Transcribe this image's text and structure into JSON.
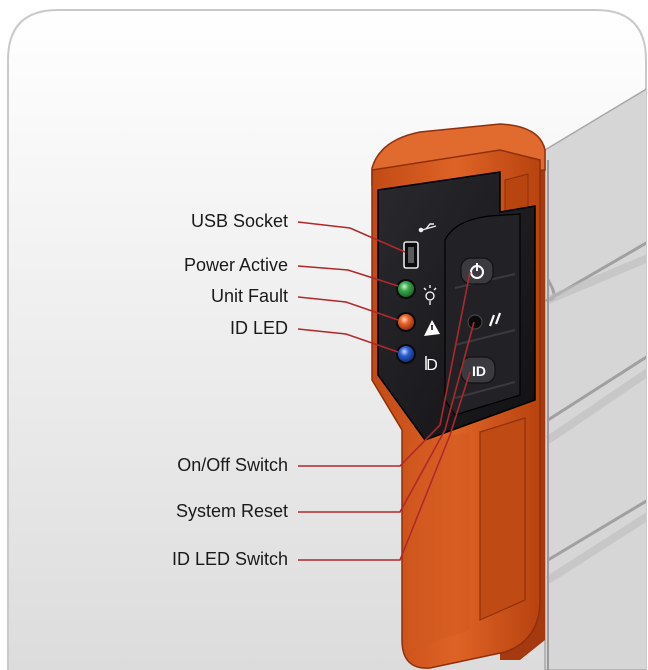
{
  "colors": {
    "housing": "#d4541b",
    "housing_dark": "#9c3510",
    "housing_light": "#e6733a",
    "panel": "#1b1b1e",
    "leader": "#b0282c",
    "led_power": "#37a84a",
    "led_fault": "#e8622a",
    "led_id": "#2a5fd6",
    "chassis": "#d9d9d9"
  },
  "callouts": [
    {
      "id": "usb-socket",
      "text": "USB Socket",
      "icon": "usb-socket-icon"
    },
    {
      "id": "power-active",
      "text": "Power Active",
      "icon": "power-led-icon"
    },
    {
      "id": "unit-fault",
      "text": "Unit Fault",
      "icon": "fault-led-icon"
    },
    {
      "id": "id-led",
      "text": "ID LED",
      "icon": "id-led-icon"
    },
    {
      "id": "on-off-switch",
      "text": "On/Off Switch",
      "icon": "power-button-icon"
    },
    {
      "id": "system-reset",
      "text": "System Reset",
      "icon": "reset-button-icon"
    },
    {
      "id": "id-led-switch",
      "text": "ID LED Switch",
      "icon": "id-button-icon"
    }
  ],
  "button_glyphs": {
    "id_button": "ID"
  }
}
